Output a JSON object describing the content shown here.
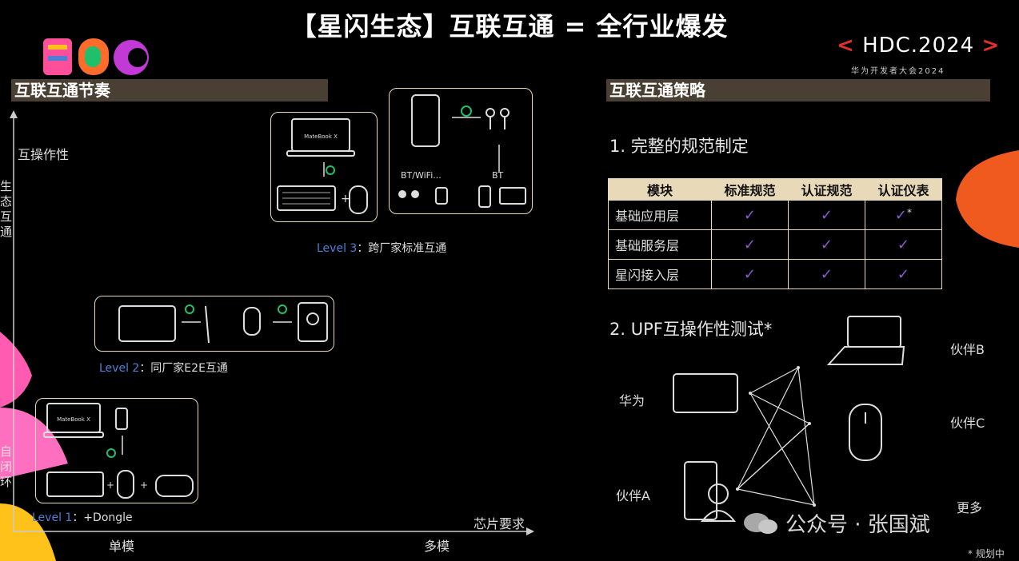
{
  "title": "【星闪生态】互联互通 = 全行业爆发",
  "logo": {
    "text": "HDC",
    "brand": "HDC.2024",
    "brand_sub": "华为开发者大会2024",
    "left_bracket": "<",
    "right_bracket": ">"
  },
  "left": {
    "section_title": "互联互通节奏",
    "y_axis_label": "互操作性",
    "y_side_label_top": "生态互通",
    "y_side_label_bottom": "自闭环",
    "x_axis_label": "芯片要求",
    "x_tick_left": "单模",
    "x_tick_right": "多模",
    "level3": {
      "prefix": "Level 3",
      "text": "：跨厂家标准互通",
      "laptop_label": "MateBook X",
      "bt_wifi_label": "BT/WiFi...",
      "bt_label": "BT"
    },
    "level2": {
      "prefix": "Level 2",
      "text": "：同厂家E2E互通"
    },
    "level1": {
      "prefix": "Level 1",
      "text": "：+Dongle",
      "laptop_label": "MateBook X"
    }
  },
  "right": {
    "section_title": "互联互通策略",
    "heading1": "1. 完整的规范制定",
    "table": {
      "headers": [
        "模块",
        "标准规范",
        "认证规范",
        "认证仪表"
      ],
      "rows": [
        {
          "name": "基础应用层",
          "star": "*"
        },
        {
          "name": "基础服务层",
          "star": ""
        },
        {
          "name": "星闪接入层",
          "star": ""
        }
      ],
      "check": "✓"
    },
    "heading2": "2. UPF互操作性测试*",
    "partners": {
      "huawei": "华为",
      "a": "伙伴A",
      "b": "伙伴B",
      "c": "伙伴C",
      "more": "更多"
    }
  },
  "watermark": "公众号 · 张国斌",
  "footnote": "* 规划中",
  "colors": {
    "accent_purple": "#8d5bd1",
    "bar": "#4a3f33",
    "orange": "#f05a1e",
    "green": "#1fc06a",
    "pink": "#ff5bb0",
    "yellow": "#ffc21a"
  }
}
